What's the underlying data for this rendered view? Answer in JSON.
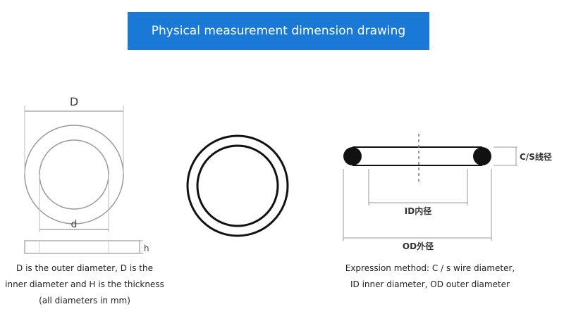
{
  "title": "Physical measurement dimension drawing",
  "colors": {
    "banner": "#1a78d6",
    "banner_text": "#ffffff",
    "line": "#999999",
    "ring": "#111111"
  },
  "left_figure": {
    "label_D": "D",
    "label_d": "d",
    "label_h": "h"
  },
  "right_figure": {
    "label_cs": "C/S线径",
    "label_id": "ID内径",
    "label_od": "OD外径"
  },
  "caption_left": [
    "D is the outer diameter, D is the",
    "inner diameter and H is the thickness",
    "(all diameters in mm)"
  ],
  "caption_right": [
    "Expression method: C / s wire diameter,",
    "ID inner diameter, OD outer diameter"
  ]
}
